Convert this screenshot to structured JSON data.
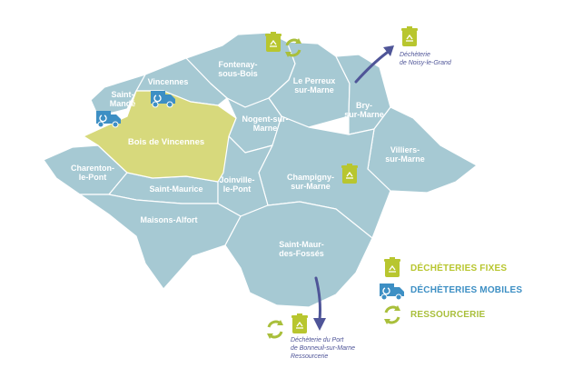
{
  "colors": {
    "commune": "#a6c9d3",
    "border": "#ffffff",
    "wood": "#d7d97c",
    "fixed": "#b8c62f",
    "mobile": "#3d8fc4",
    "ressourcerie": "#a9bf3b",
    "arrow": "#4f5598"
  },
  "communes": [
    {
      "id": "fontenay",
      "label": "Fontenay-\nsous-Bois"
    },
    {
      "id": "vincennes",
      "label": "Vincennes"
    },
    {
      "id": "saint-mande",
      "label": "Saint-\nMandé"
    },
    {
      "id": "le-perreux",
      "label": "Le Perreux\nsur-Marne"
    },
    {
      "id": "bry",
      "label": "Bry-\nsur-Marne"
    },
    {
      "id": "nogent",
      "label": "Nogent-sur-\nMarne"
    },
    {
      "id": "villiers",
      "label": "Villiers-\nsur-Marne"
    },
    {
      "id": "charenton",
      "label": "Charenton-\nle-Pont"
    },
    {
      "id": "saint-maurice",
      "label": "Saint-Maurice"
    },
    {
      "id": "joinville",
      "label": "Joinville-\nle-Pont"
    },
    {
      "id": "champigny",
      "label": "Champigny-\nsur-Marne"
    },
    {
      "id": "maisons-alfort",
      "label": "Maisons-Alfort"
    },
    {
      "id": "saint-maur",
      "label": "Saint-Maur-\ndes-Fossés"
    }
  ],
  "wood_label": "Bois de Vincennes",
  "external": [
    {
      "id": "noisy",
      "label": "Déchèterie\nde Noisy-le-Grand"
    },
    {
      "id": "bonneuil",
      "label": "Déchèterie du Port\nde Bonneuil-sur-Marne\nRessourcerie"
    }
  ],
  "legend": {
    "fixed": "DÉCHÈTERIES FIXES",
    "mobile": "DÉCHÈTERIES MOBILES",
    "ressourcerie": "RESSOURCERIE"
  },
  "icons": {
    "fixed": "recycling-bin-icon",
    "mobile": "recycling-truck-icon",
    "ressourcerie": "circular-arrows-icon",
    "arrow": "direction-arrow-icon"
  }
}
